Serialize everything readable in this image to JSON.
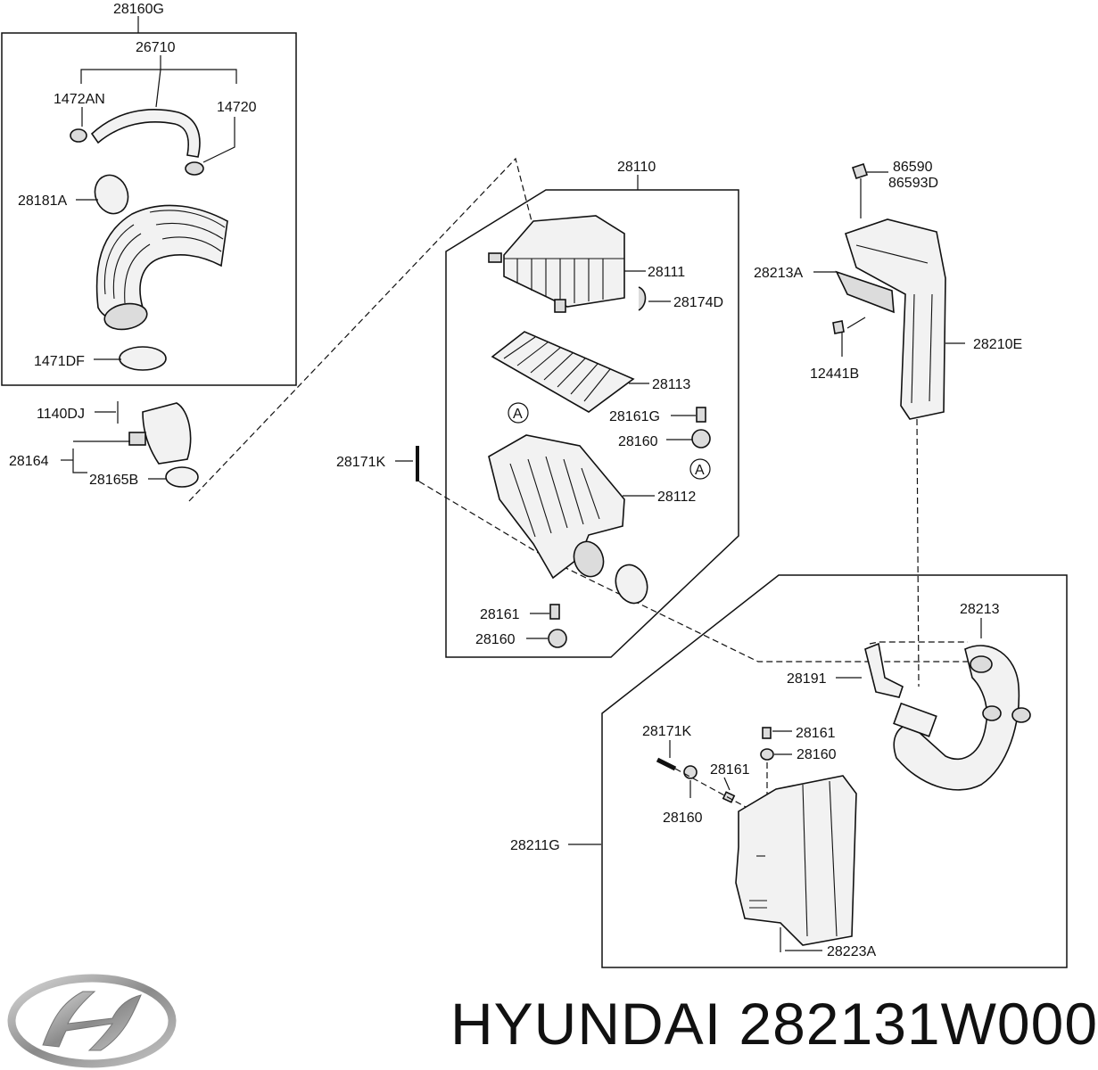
{
  "title": {
    "brand": "HYUNDAI",
    "part_number": "282131W000"
  },
  "logo": {
    "icon": "hyundai-logo-icon"
  },
  "labels": {
    "l28160G": "28160G",
    "l26710": "26710",
    "l1472AN": "1472AN",
    "l14720": "14720",
    "l28181A": "28181A",
    "l1471DF": "1471DF",
    "l1140DJ": "1140DJ",
    "l28164": "28164",
    "l28165B": "28165B",
    "l28110": "28110",
    "l28111": "28111",
    "l28174D": "28174D",
    "l28113": "28113",
    "lA1": "A",
    "l28161G": "28161G",
    "l28160a": "28160",
    "lA2": "A",
    "l28171Ka": "28171K",
    "l28112": "28112",
    "l28161a": "28161",
    "l28160b": "28160",
    "l86590": "86590",
    "l86593D": "86593D",
    "l28213A": "28213A",
    "l28210E": "28210E",
    "l12441B": "12441B",
    "l28213": "28213",
    "l28191": "28191",
    "l28171Kb": "28171K",
    "l28161b": "28161",
    "l28160c": "28160",
    "l28161c": "28161",
    "l28160d": "28160",
    "l28211G": "28211G",
    "l28223A": "28223A"
  }
}
